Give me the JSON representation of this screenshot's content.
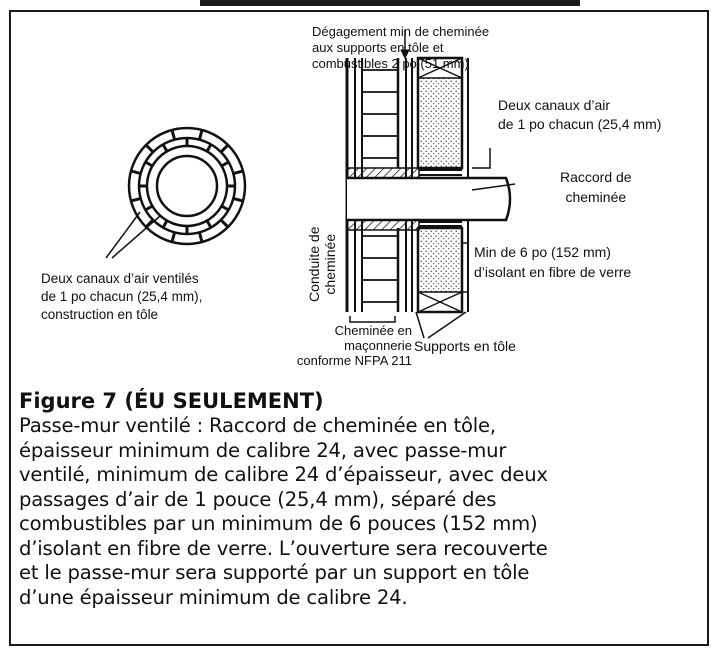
{
  "labels": {
    "clearance": [
      "Dégagement min de cheminée",
      "aux supports en tôle et",
      "combustibles 2 po (51 mm)"
    ],
    "air_channels_right": [
      "Deux canaux d’air",
      "de 1 po chacun (25,4 mm)"
    ],
    "connector": [
      "Raccord de",
      "cheminée"
    ],
    "flue": [
      "Conduite de",
      "cheminée"
    ],
    "insulation": [
      "Min de 6 po (152 mm)",
      "d’isolant en fibre de verre"
    ],
    "air_channels_left": [
      "Deux canaux d’air ventilés",
      "de 1 po chacun (25,4 mm),",
      "construction en tôle"
    ],
    "masonry": [
      "Cheminée en",
      "maçonnerie",
      "conforme NFPA 211"
    ],
    "supports": "Supports en tôle"
  },
  "caption": {
    "title": "Figure 7 (ÉU SEULEMENT)",
    "lines": [
      "Passe-mur ventilé : Raccord de cheminée en tôle,",
      "épaisseur minimum de calibre 24, avec passe-mur",
      "ventilé, minimum de calibre 24 d’épaisseur, avec deux",
      "passages d’air de 1 pouce (25,4 mm), séparé des",
      "combustibles par un minimum de 6 pouces (152 mm)",
      "d’isolant en fibre de verre. L’ouverture sera recouverte",
      "et le passe-mur sera supporté par un support en tôle",
      "d’une épaisseur minimum de calibre 24."
    ]
  }
}
